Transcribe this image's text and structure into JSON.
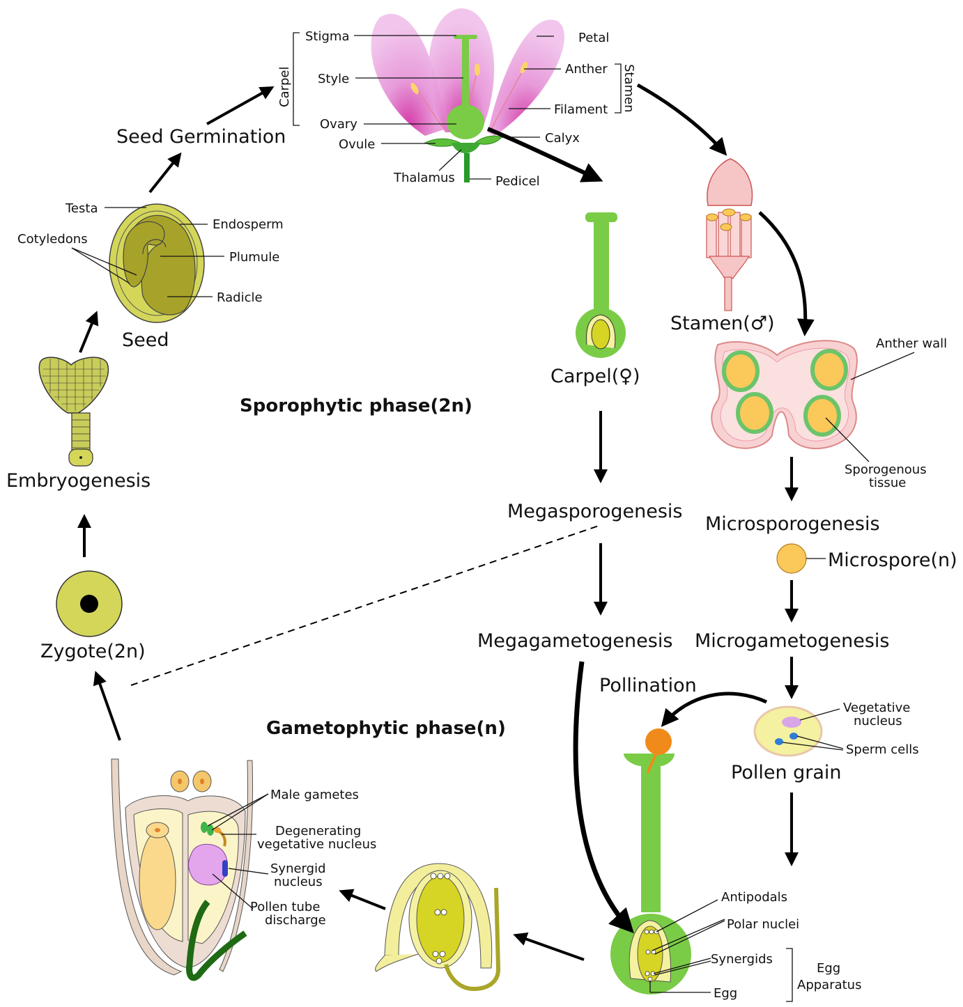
{
  "labels": {
    "seed_germination": "Seed Germination",
    "carpel_bracket": "Carpel",
    "stamen_bracket": "Stamen",
    "stigma": "Stigma",
    "style": "Style",
    "ovary": "Ovary",
    "ovule": "Ovule",
    "thalamus": "Thalamus",
    "pedicel": "Pedicel",
    "petal": "Petal",
    "anther": "Anther",
    "filament": "Filament",
    "calyx": "Calyx",
    "testa": "Testa",
    "endosperm": "Endosperm",
    "cotyledons": "Cotyledons",
    "plumule": "Plumule",
    "radicle": "Radicle",
    "seed": "Seed",
    "embryogenesis": "Embryogenesis",
    "zygote": "Zygote(2n)",
    "sporophytic_phase": "Sporophytic phase(2n)",
    "gametophytic_phase": "Gametophytic phase(n)",
    "carpel_female": "Carpel(♀)",
    "stamen_male": "Stamen(♂)",
    "anther_wall": "Anther wall",
    "sporogenous_1": "Sporogenous",
    "sporogenous_2": "tissue",
    "megasporogenesis": "Megasporogenesis",
    "microsporogenesis": "Microsporogenesis",
    "microspore": "Microspore(n)",
    "megagametogenesis": "Megagametogenesis",
    "microgametogenesis": "Microgametogenesis",
    "pollination": "Pollination",
    "vegetative_nucleus_1": "Vegetative",
    "vegetative_nucleus_2": "nucleus",
    "sperm_cells": "Sperm cells",
    "pollen_grain": "Pollen grain",
    "antipodals": "Antipodals",
    "polar_nuclei": "Polar nuclei",
    "synergids": "Synergids",
    "egg": "Egg",
    "egg_apparatus_1": "Egg",
    "egg_apparatus_2": "Apparatus",
    "male_gametes": "Male gametes",
    "degenerating_1": "Degenerating",
    "degenerating_2": "vegetative nucleus",
    "synergid_nucleus_1": "Synergid",
    "synergid_nucleus_2": "nucleus",
    "pollen_tube_discharge_1": "Pollen tube",
    "pollen_tube_discharge_2": "discharge"
  },
  "colors": {
    "petal": "#e9a6dd",
    "carpel_green": "#7acc46",
    "seed_outer": "#d4d65a",
    "seed_inner": "#a7a32a",
    "anther_pink": "#f6c5c5",
    "pollen_orange": "#fbc85a",
    "pollen_grain": "#f4f1a0",
    "embryo_sac": "#d6d424",
    "tube_dark_green": "#1f6a14"
  }
}
